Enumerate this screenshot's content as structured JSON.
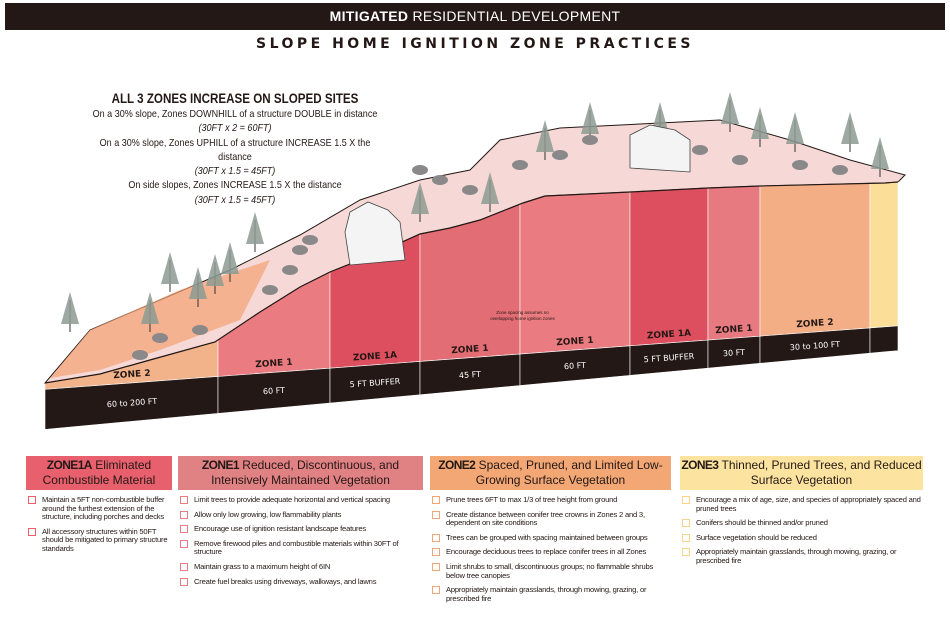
{
  "header": {
    "title_bold": "MITIGATED",
    "title_rest": "RESIDENTIAL DEVELOPMENT",
    "subtitle": "SLOPE HOME IGNITION ZONE PRACTICES"
  },
  "notes": {
    "heading": "ALL 3 ZONES INCREASE ON SLOPED SITES",
    "lines": [
      {
        "text": "On a 30% slope,  Zones DOWNHILL of a structure DOUBLE in distance",
        "italic": false
      },
      {
        "text": "(30FT x 2 = 60FT)",
        "italic": true
      },
      {
        "text": "On a 30% slope,  Zones UPHILL of a structure INCREASE 1.5 X the distance",
        "italic": false
      },
      {
        "text": "(30FT x 1.5 = 45FT)",
        "italic": true
      },
      {
        "text": "On side slopes, Zones INCREASE 1.5 X the distance",
        "italic": false
      },
      {
        "text": "(30FT x 1.5 = 45FT)",
        "italic": true
      }
    ]
  },
  "diagram": {
    "segments": [
      {
        "zone": "ZONE 2",
        "distance": "60 to 200 FT",
        "color": "#f2b38a"
      },
      {
        "zone": "ZONE 1",
        "distance": "60 FT",
        "color": "#ea7b80"
      },
      {
        "zone": "ZONE 1A",
        "distance": "5 FT BUFFER",
        "color": "#dd4f5e"
      },
      {
        "zone": "ZONE 1",
        "distance": "45 FT",
        "color": "#e36d74"
      },
      {
        "zone": "ZONE 1",
        "distance": "60 FT",
        "color": "#ea7b80"
      },
      {
        "zone": "ZONE 1A",
        "distance": "5 FT BUFFER",
        "color": "#dd4f5e"
      },
      {
        "zone": "ZONE 1",
        "distance": "30 FT",
        "color": "#e77a80"
      },
      {
        "zone": "ZONE 2",
        "distance": "30 to 100 FT",
        "color": "#f3ae85"
      },
      {
        "zone": "",
        "distance": "",
        "color": "#fbdf98"
      }
    ],
    "note": "Zone spacing assumes no overlapping home ignition zones"
  },
  "panels": [
    {
      "zone": "ZONE1A",
      "title": "Eliminated Combustible Material",
      "color": "#e8606d",
      "box": "#e8606d",
      "items": [
        "Maintain a 5FT non-combustible buffer around the furthest extension of the structure, including porches and decks",
        "All accessory structures within 50FT should be mitigated to primary structure standards"
      ]
    },
    {
      "zone": "ZONE1",
      "title": "Reduced, Discontinuous, and Intensively Maintained Vegetation",
      "color": "#e08183",
      "box": "#e08183",
      "items": [
        "Limit trees to provide adequate horizontal and vertical spacing",
        "Allow only low growing, low flammability plants",
        "Encourage use of ignition resistant landscape features",
        "Remove firewood piles and combustible materials within 30FT of structure",
        "Maintain grass to a maximum height of 6IN",
        "Create fuel breaks using driveways, walkways, and lawns"
      ]
    },
    {
      "zone": "ZONE2",
      "title": "Spaced, Pruned, and Limited Low-Growing Surface Vegetation",
      "color": "#f2a774",
      "box": "#f2a774",
      "items": [
        "Prune trees 6FT to max 1/3 of tree height from ground",
        "Create distance between conifer tree crowns in Zones 2 and 3, dependent on site conditions",
        "Trees can be grouped with spacing maintained between groups",
        "Encourage deciduous trees to replace conifer trees in all Zones",
        "Limit shrubs to small, discontinuous groups; no flammable shrubs below tree canopies",
        "Appropriately maintain grasslands, through mowing, grazing, or prescribed fire"
      ]
    },
    {
      "zone": "ZONE3",
      "title": "Thinned, Pruned Trees, and Reduced Surface Vegetation",
      "color": "#fce4a0",
      "box": "#f6d58a",
      "items": [
        "Encourage a mix of age, size, and species of appropriately spaced and pruned trees",
        "Conifers should be thinned and/or pruned",
        "Surface vegetation should be reduced",
        "Appropriately maintain grasslands, through mowing, grazing, or prescribed fire"
      ]
    }
  ]
}
